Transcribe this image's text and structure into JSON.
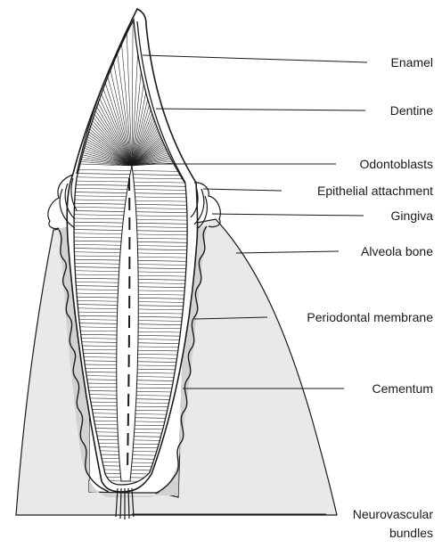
{
  "labels": {
    "enamel": "Enamel",
    "dentine": "Dentine",
    "odontoblasts": "Odontoblasts",
    "epithelial_attachment": "Epithelial attachment",
    "gingiva": "Gingiva",
    "alveola_bone": "Alveola bone",
    "periodontal_membrane": "Periodontal membrane",
    "cementum": "Cementum",
    "neurovascular_line1": "Neurovascular",
    "neurovascular_line2": "bundles"
  },
  "colors": {
    "bone_fill": "#e9e9e9",
    "membrane_fill": "#d2d2d2",
    "line": "#1a1a1a",
    "background": "#ffffff"
  }
}
